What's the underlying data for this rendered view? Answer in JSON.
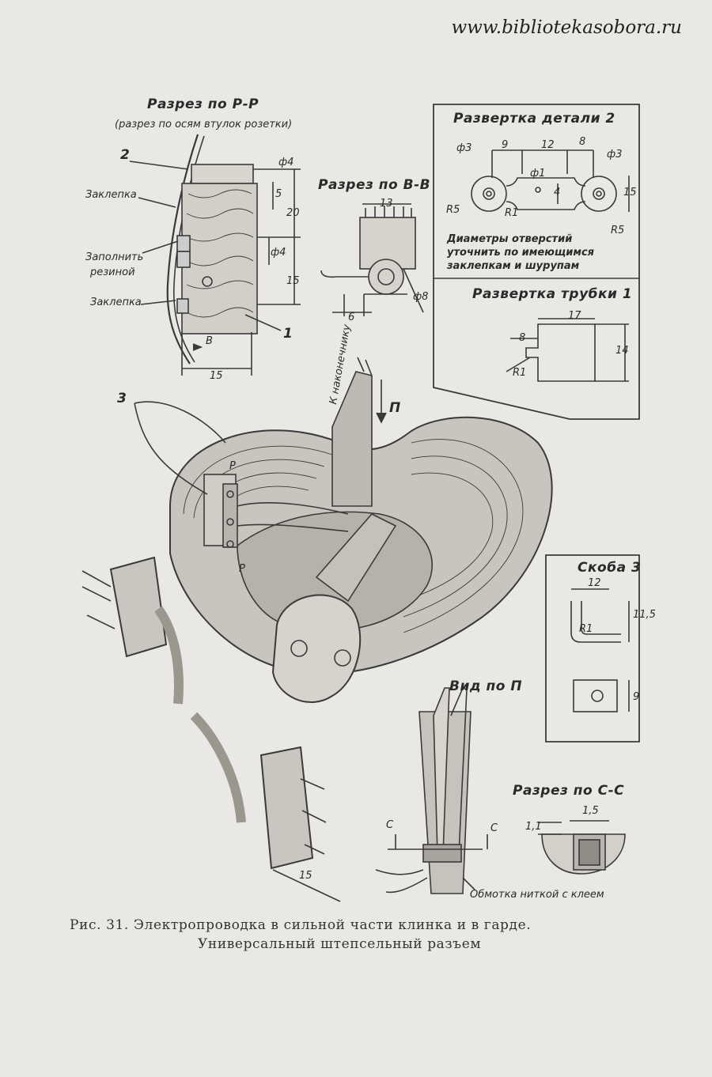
{
  "watermark": "www.bibliotekasobora.ru",
  "sections": {
    "pp_title": "Разрез по Р-Р",
    "pp_subtitle": "(разрез по осям втулок розетки)",
    "bb_title": "Разрез по В-В",
    "det2_title": "Развертка детали 2",
    "det2_note": "Диаметры отверстий уточнить по имеющимся заклепкам и шурупам",
    "tube_title": "Развертка трубки 1",
    "bracket_title": "Скоба 3",
    "view_p": "Вид по П",
    "cc_title": "Разрез по С-С"
  },
  "labels": {
    "zaklepka_top": "Заклепка",
    "fill_rubber_1": "Заполнить",
    "fill_rubber_2": "резиной",
    "zaklepka_bottom": "Заклепка",
    "part1": "1",
    "part2": "2",
    "part3": "3",
    "to_tip": "К наконечнику",
    "arrow_p": "П",
    "letter_b": "В",
    "letter_c_left": "С",
    "letter_c_right": "С",
    "p_mark_1": "Р",
    "p_mark_2": "Р",
    "winding": "Обмотка ниткой с клеем"
  },
  "dims": {
    "pp_d4_top": "ф4",
    "pp_5": "5",
    "pp_20": "20",
    "pp_d4_mid": "ф4",
    "pp_15v": "15",
    "pp_15h": "15",
    "bb_13": "13",
    "bb_d8": "ф8",
    "bb_6": "6",
    "det2_d3_l": "ф3",
    "det2_9": "9",
    "det2_12": "12",
    "det2_8": "8",
    "det2_d3_r": "ф3",
    "det2_d1": "ф1",
    "det2_4": "4",
    "det2_15": "15",
    "det2_r5_l": "R5",
    "det2_r1": "R1",
    "det2_r5_r": "R5",
    "tube_17": "17",
    "tube_8": "8",
    "tube_14": "14",
    "tube_r1": "R1",
    "br_12": "12",
    "br_115": "11,5",
    "br_r1": "R1",
    "br_9": "9",
    "plug_15": "15",
    "cc_15": "1,5",
    "cc_11": "1,1"
  },
  "caption": {
    "line1": "Рис. 31.  Электропроводка в сильной  части  клинка  и  в  гарде.",
    "line2": "Универсальный штепсельный разъем"
  }
}
